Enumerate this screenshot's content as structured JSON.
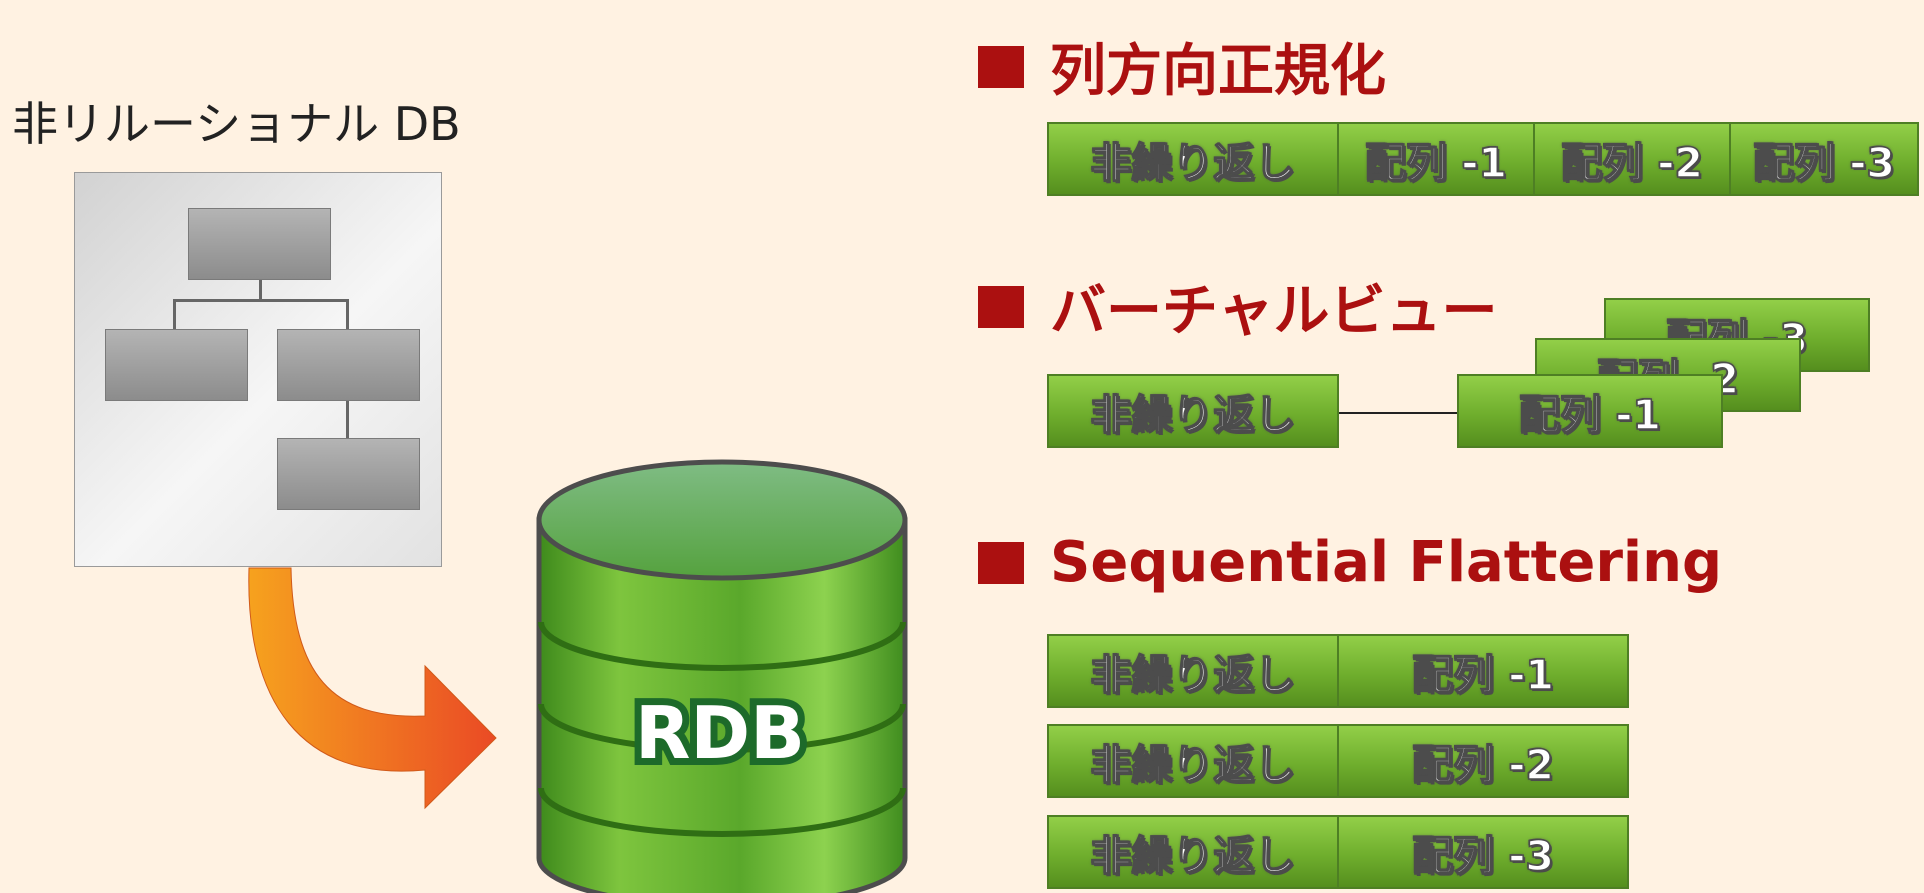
{
  "left": {
    "title": "非リルーショナル DB",
    "db_label": "RDB"
  },
  "sections": [
    {
      "title": "列方向正規化",
      "cells": [
        "非繰り返し",
        "配列 -1",
        "配列 -2",
        "配列 -3"
      ]
    },
    {
      "title": "バーチャルビュー",
      "base": "非繰り返し",
      "stack": [
        "配列 -3",
        "配列 -2",
        "配列 -1"
      ]
    },
    {
      "title": "Sequential Flattering",
      "rows": [
        [
          "非繰り返し",
          "配列 -1"
        ],
        [
          "非繰り返し",
          "配列 -2"
        ],
        [
          "非繰り返し",
          "配列 -3"
        ]
      ]
    }
  ],
  "colors": {
    "background": "#fff2e2",
    "accent_red": "#ab1010",
    "cell_green": "#6fae2d",
    "db_green": "#4c9a22",
    "arrow_orange": "#f37b1d"
  }
}
